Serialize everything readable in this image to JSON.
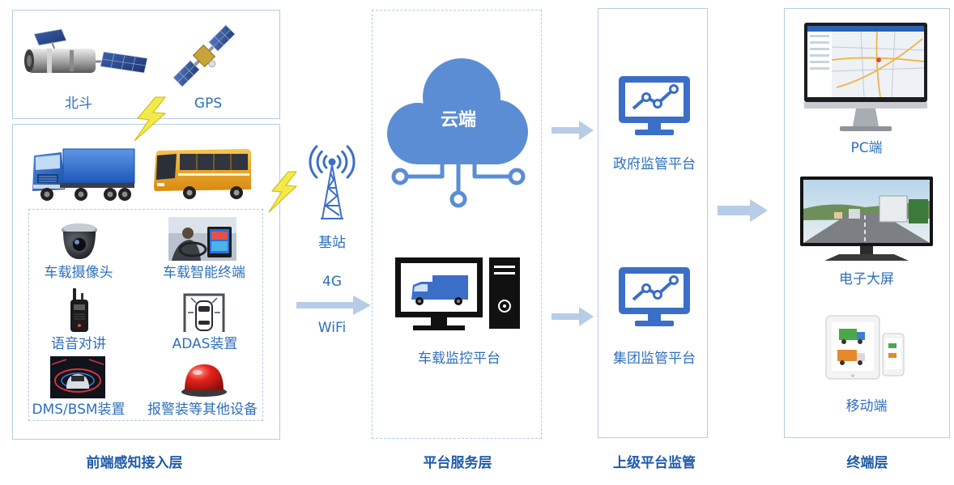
{
  "colors": {
    "border": "#b3cbe6",
    "label": "#2f6fbc",
    "title": "#1f5ba8",
    "icon": "#3b6fc7",
    "cloud": "#5b8dd4",
    "arrow": "#b7cce6",
    "lightning": "#f3ea4a"
  },
  "front_layer": {
    "title": "前端感知接入层",
    "positioning": [
      {
        "label": "北斗",
        "icon": "beidou-satellite-icon"
      },
      {
        "label": "GPS",
        "icon": "gps-satellite-icon"
      }
    ],
    "vehicles": [
      "truck-icon",
      "bus-icon"
    ],
    "devices": [
      {
        "label": "车载摄像头",
        "icon": "camera-icon"
      },
      {
        "label": "车载智能终端",
        "icon": "vehicle-terminal-icon"
      },
      {
        "label": "语音对讲",
        "icon": "walkie-talkie-icon"
      },
      {
        "label": "ADAS装置",
        "icon": "adas-icon"
      },
      {
        "label": "DMS/BSM装置",
        "icon": "dms-bsm-icon"
      },
      {
        "label": "报警装等其他设备",
        "icon": "alarm-light-icon"
      }
    ]
  },
  "network": {
    "station": "基站",
    "icon": "signal-tower-icon",
    "protocols": [
      "4G",
      "WiFi"
    ]
  },
  "platform_layer": {
    "title": "平台服务层",
    "cloud": "云端",
    "monitor_platform": "车载监控平台"
  },
  "supervision_layer": {
    "title": "上级平台监管",
    "platforms": [
      "政府监管平台",
      "集团监管平台"
    ]
  },
  "terminal_layer": {
    "title": "终端层",
    "clients": [
      "PC端",
      "电子大屏",
      "移动端"
    ]
  }
}
